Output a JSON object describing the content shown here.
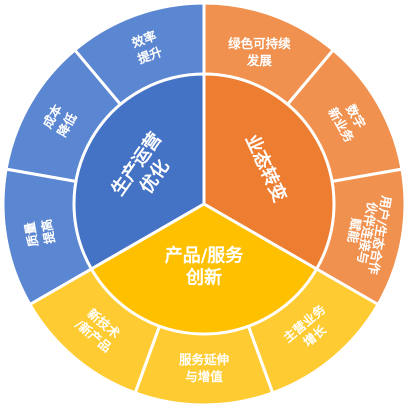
{
  "diagram": {
    "type": "sunburst",
    "colors": {
      "operations": "#4472c4",
      "operations_outer": "#5a86d2",
      "transformation": "#ed7d31",
      "transformation_outer": "#f0914f",
      "innovation": "#ffc000",
      "innovation_outer": "#ffcb32",
      "divider": "#ffffff"
    },
    "inner": [
      {
        "id": "operations",
        "lines": [
          "生产运营",
          "优化"
        ]
      },
      {
        "id": "transformation",
        "lines": [
          "业态转变"
        ]
      },
      {
        "id": "innovation",
        "lines": [
          "产品/服务",
          "创新"
        ]
      }
    ],
    "outer": [
      {
        "parent": "operations",
        "lines": [
          "效率",
          "提升"
        ]
      },
      {
        "parent": "operations",
        "lines": [
          "成本",
          "降低"
        ]
      },
      {
        "parent": "operations",
        "lines": [
          "质量",
          "提高"
        ]
      },
      {
        "parent": "transformation",
        "lines": [
          "绿色可持续",
          "发展"
        ]
      },
      {
        "parent": "transformation",
        "lines": [
          "数字",
          "新业务"
        ]
      },
      {
        "parent": "transformation",
        "lines": [
          "用户/生态合作",
          "伙伴连接与",
          "赋能"
        ]
      },
      {
        "parent": "innovation",
        "lines": [
          "新技术",
          "/新产品"
        ]
      },
      {
        "parent": "innovation",
        "lines": [
          "服务延伸",
          "与增值"
        ]
      },
      {
        "parent": "innovation",
        "lines": [
          "主营业务",
          "增长"
        ]
      }
    ]
  }
}
